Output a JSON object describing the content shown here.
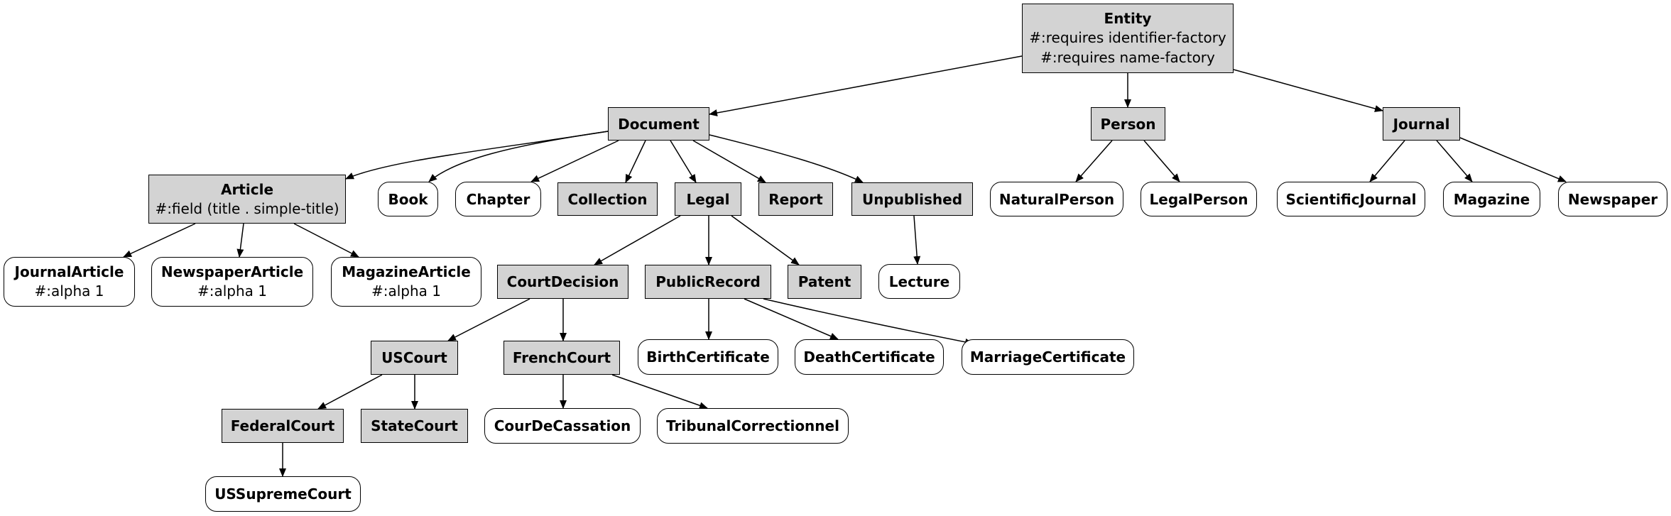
{
  "diagram": {
    "nodes": {
      "entity": {
        "title": "Entity",
        "lines": [
          "#:requires identifier-factory",
          "#:requires name-factory"
        ]
      },
      "document": {
        "title": "Document"
      },
      "person": {
        "title": "Person"
      },
      "journal": {
        "title": "Journal"
      },
      "article": {
        "title": "Article",
        "lines": [
          "#:field (title . simple-title)"
        ]
      },
      "book": {
        "title": "Book"
      },
      "chapter": {
        "title": "Chapter"
      },
      "collection": {
        "title": "Collection"
      },
      "legal": {
        "title": "Legal"
      },
      "report": {
        "title": "Report"
      },
      "unpublished": {
        "title": "Unpublished"
      },
      "natural_person": {
        "title": "NaturalPerson"
      },
      "legal_person": {
        "title": "LegalPerson"
      },
      "scientific_journal": {
        "title": "ScientificJournal"
      },
      "magazine": {
        "title": "Magazine"
      },
      "newspaper": {
        "title": "Newspaper"
      },
      "journal_article": {
        "title": "JournalArticle",
        "lines": [
          "#:alpha 1"
        ]
      },
      "newspaper_article": {
        "title": "NewspaperArticle",
        "lines": [
          "#:alpha 1"
        ]
      },
      "magazine_article": {
        "title": "MagazineArticle",
        "lines": [
          "#:alpha 1"
        ]
      },
      "court_decision": {
        "title": "CourtDecision"
      },
      "public_record": {
        "title": "PublicRecord"
      },
      "patent": {
        "title": "Patent"
      },
      "lecture": {
        "title": "Lecture"
      },
      "us_court": {
        "title": "USCourt"
      },
      "french_court": {
        "title": "FrenchCourt"
      },
      "birth_certificate": {
        "title": "BirthCertificate"
      },
      "death_certificate": {
        "title": "DeathCertificate"
      },
      "marriage_certificate": {
        "title": "MarriageCertificate"
      },
      "federal_court": {
        "title": "FederalCourt"
      },
      "state_court": {
        "title": "StateCourt"
      },
      "cour_de_cassation": {
        "title": "CourDeCassation"
      },
      "tribunal_correctionnel": {
        "title": "TribunalCorrectionnel"
      },
      "us_supreme_court": {
        "title": "USSupremeCourt"
      }
    }
  }
}
